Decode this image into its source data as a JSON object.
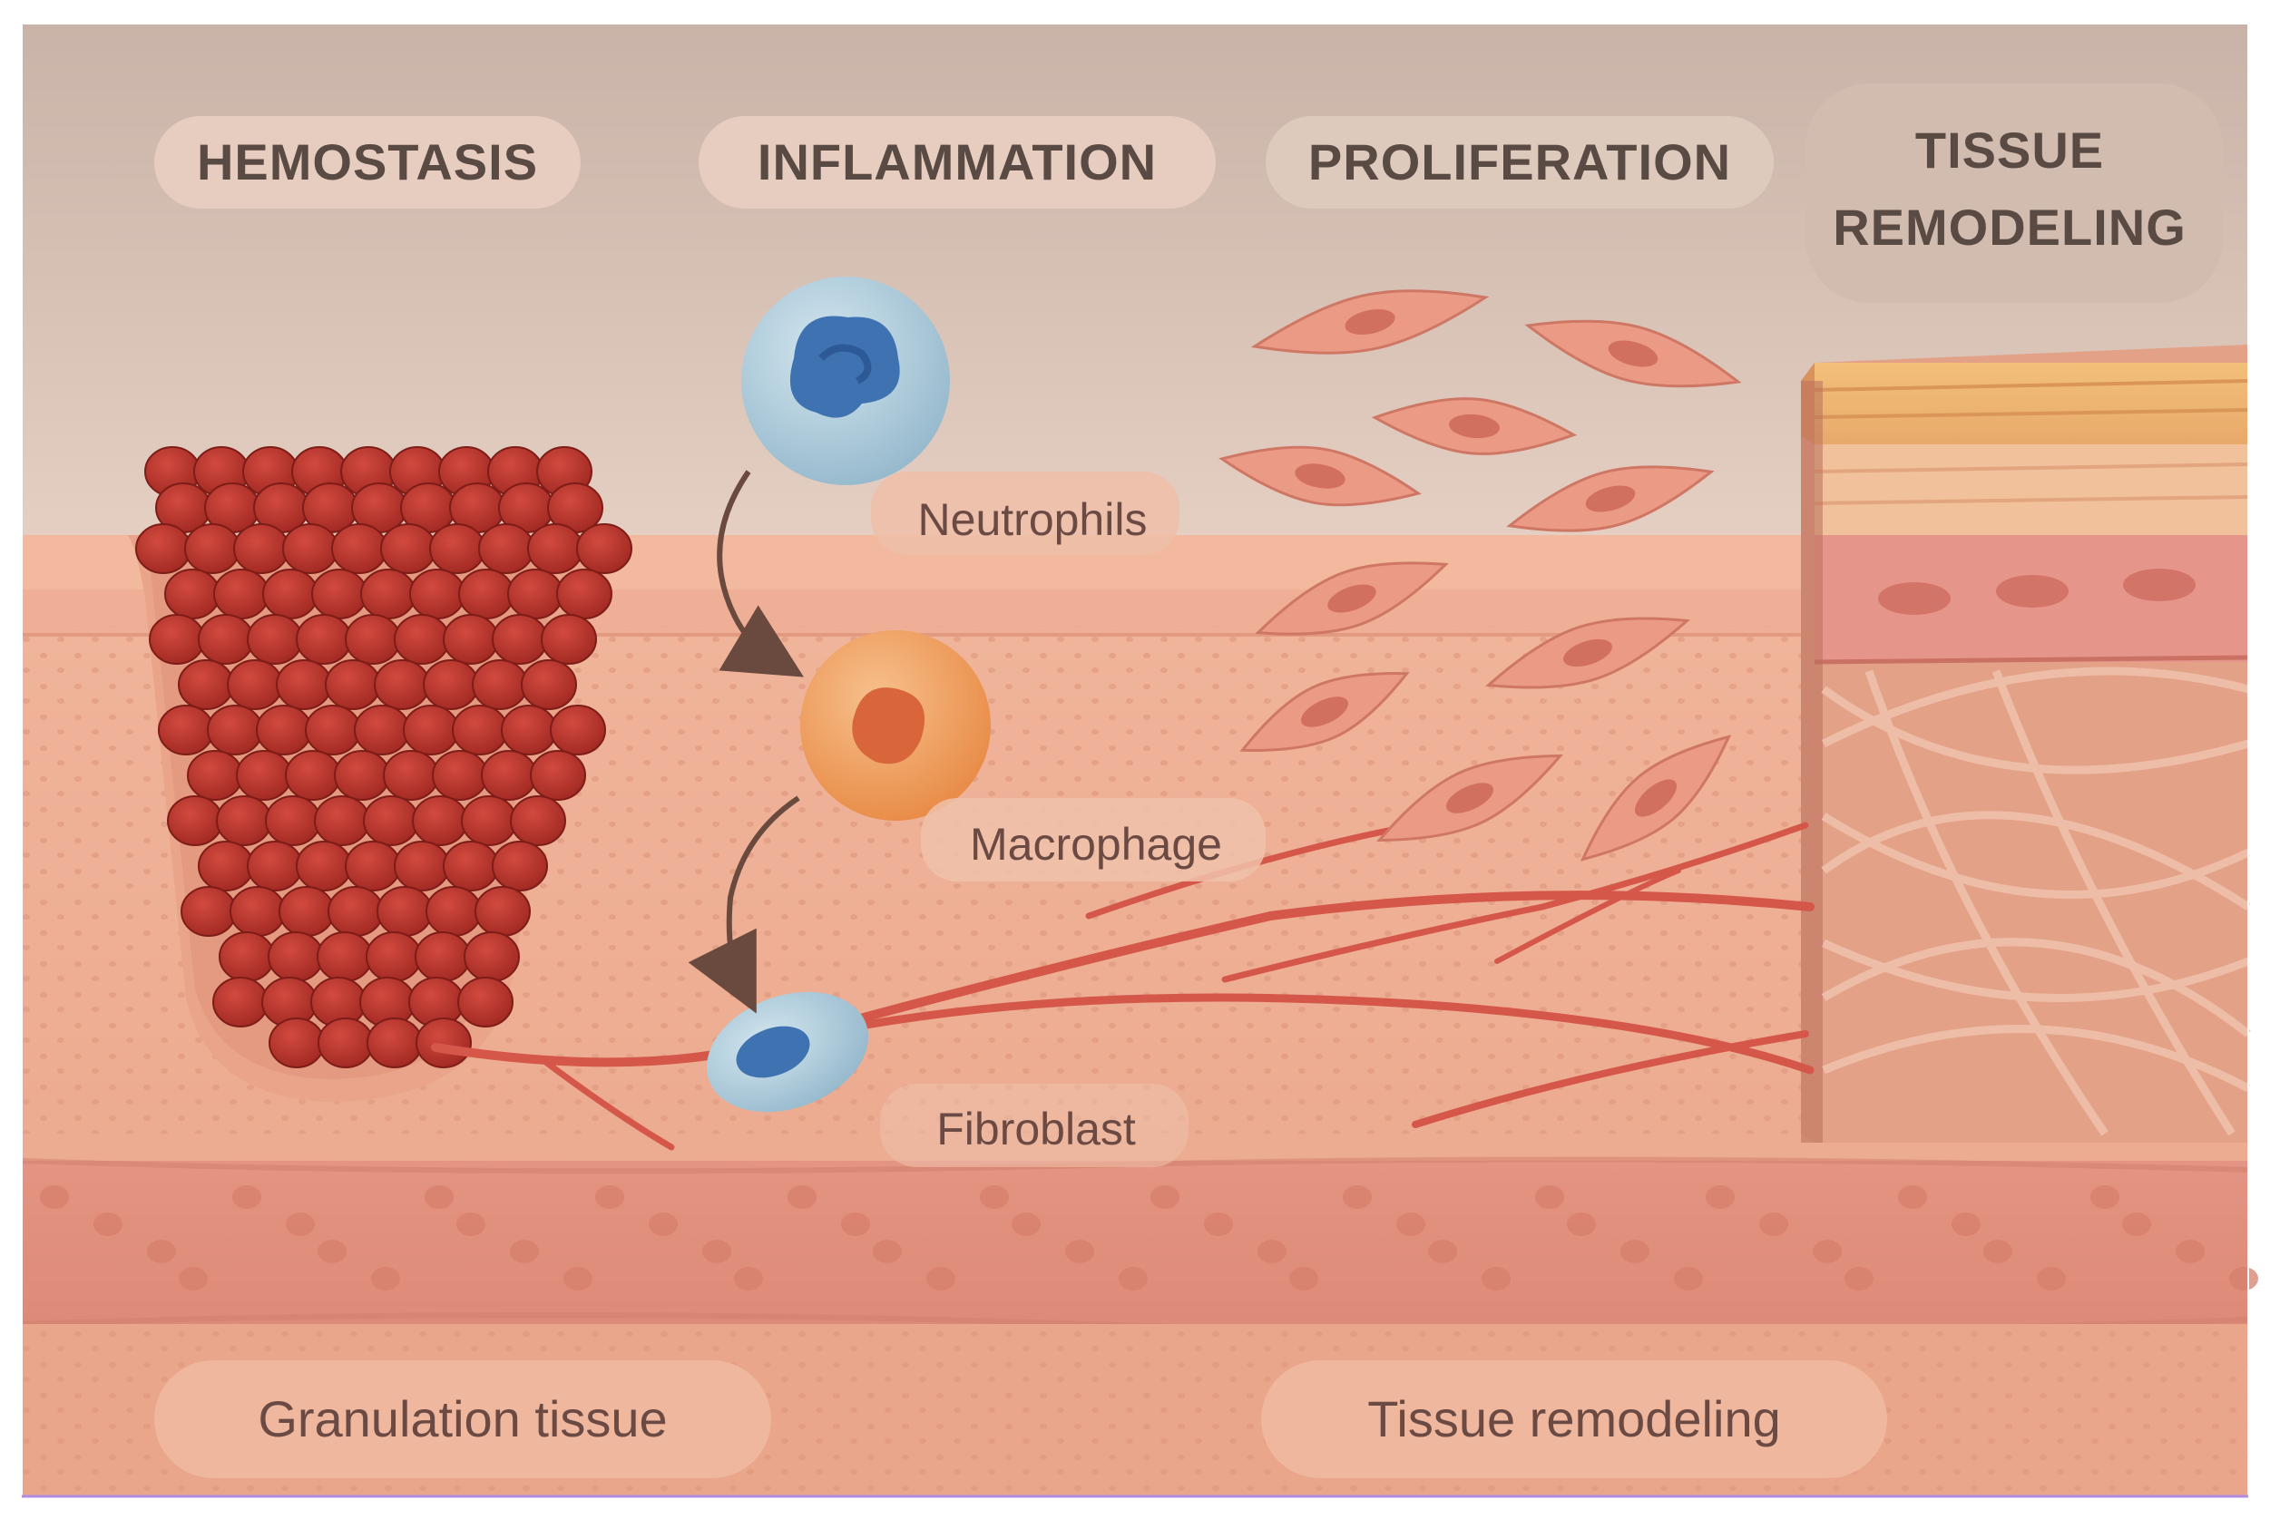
{
  "stages": [
    {
      "id": "hemostasis",
      "label": "HEMOSTASIS"
    },
    {
      "id": "inflammation",
      "label": "INFLAMMATION"
    },
    {
      "id": "proliferation",
      "label": "PROLIFERATION"
    },
    {
      "id": "remodeling",
      "label_line1": "TISSUE",
      "label_line2": "REMODELING"
    }
  ],
  "cells": {
    "neutrophils": "Neutrophils",
    "macrophage": "Macrophage",
    "fibroblast": "Fibroblast"
  },
  "bottom": {
    "granulation": "Granulation tissue",
    "remodeling": "Tissue remodeling"
  },
  "colors": {
    "background_top": "#e8d2c5",
    "skin": "#e9a88d",
    "clot": "#b1312a",
    "neutrophil": "#a9c8d8",
    "nucleus": "#3a6fae",
    "macrophage": "#ef9a55",
    "fibroblast": "#e8937f",
    "vessel": "#d9584a",
    "frame": "#b08ce0"
  }
}
